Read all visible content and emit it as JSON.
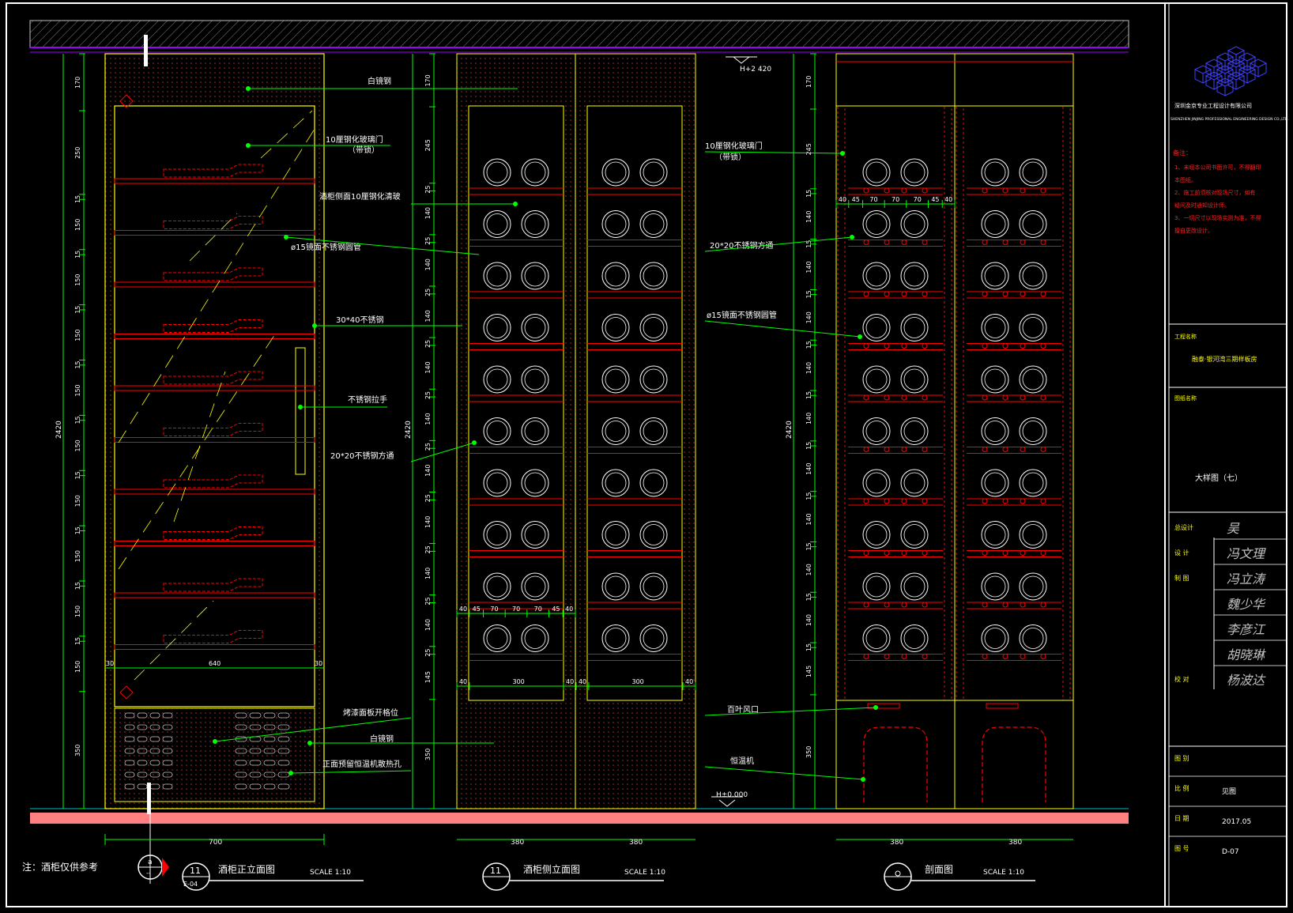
{
  "drawing": {
    "note": "注：酒柜仅供参考",
    "levels": {
      "top": "H+2 420",
      "bottom": "H±0.000"
    },
    "views": [
      {
        "id": "front",
        "number": "11",
        "sheet_ref": "E-04",
        "title": "酒柜正立面图",
        "scale": "SCALE 1:10"
      },
      {
        "id": "side",
        "number": "11",
        "sheet_ref": "",
        "title": "酒柜侧立面图",
        "scale": "SCALE 1:10"
      },
      {
        "id": "section",
        "number": "",
        "sheet_ref": "",
        "title": "剖面图",
        "scale": "SCALE 1:10"
      }
    ],
    "section_marker": {
      "top": "a",
      "bottom": "--"
    },
    "front_elevation": {
      "overall_height": "2420",
      "vertical_dims": [
        "170",
        "250",
        "15",
        "150",
        "15",
        "150",
        "15",
        "150",
        "15",
        "150",
        "15",
        "150",
        "15",
        "150",
        "15",
        "150",
        "15",
        "150",
        "15",
        "150",
        "350"
      ],
      "horizontal_dims": {
        "inner": [
          "30",
          "640",
          "30"
        ],
        "overall": "700"
      }
    },
    "side_elevation": {
      "overall_height": "2420",
      "vertical_dims": [
        "170",
        "245",
        "25",
        "140",
        "25",
        "140",
        "25",
        "140",
        "25",
        "140",
        "25",
        "140",
        "25",
        "140",
        "25",
        "140",
        "25",
        "140",
        "25",
        "140",
        "25",
        "145",
        "350"
      ],
      "rack_dims": [
        "40",
        "45",
        "70",
        "70",
        "70",
        "45",
        "40"
      ],
      "bottom_dims": [
        "40",
        "300",
        "40",
        "40",
        "300",
        "40"
      ],
      "overall_dims": [
        "380",
        "380"
      ]
    },
    "section_view": {
      "overall_height": "2420",
      "vertical_dims": [
        "170",
        "245",
        "15",
        "140",
        "15",
        "140",
        "15",
        "140",
        "15",
        "140",
        "15",
        "140",
        "15",
        "140",
        "15",
        "140",
        "15",
        "140",
        "15",
        "140",
        "15",
        "145",
        "350"
      ],
      "rack_dims": [
        "40",
        "45",
        "70",
        "70",
        "70",
        "45",
        "40"
      ],
      "overall_dims": [
        "380",
        "380"
      ]
    },
    "callouts_center": [
      "白镜钢",
      "10厘钢化玻璃门",
      "（带锁）",
      "酒柜侧面10厘钢化清玻",
      "ø15镜面不锈钢圆管",
      "30*40不锈钢",
      "不锈钢拉手",
      "20*20不锈钢方通",
      "烤漆面板开格位",
      "白镜钢",
      "正面预留恒温机散热孔"
    ],
    "callouts_right": [
      "10厘钢化玻璃门",
      "（带锁）",
      "20*20不锈钢方通",
      "ø15镜面不锈钢圆管",
      "百叶风口",
      "恒温机"
    ]
  },
  "title_block": {
    "company_cn": "深圳金京专业工程设计有限公司",
    "company_en": "SHENZHEN JINJING PROFESSIONAL ENGINEERING DESIGN CO.,LTD.",
    "notes_title": "备注：",
    "notes": [
      "1、未经本公司书面许可，不得翻印",
      "本图纸。",
      "2、施工前须核对现场尺寸，如有",
      "疑问及时通知设计师。",
      "3、一切尺寸以现场实测为准，不得",
      "擅自更改设计。"
    ],
    "project_label": "工程名称",
    "project_name": "融泰·银河湾三期样板房",
    "drawing_label": "图纸名称",
    "drawing_name": "大样图（七）",
    "signatures": [
      {
        "role": "总设计",
        "name": "吴"
      },
      {
        "role": "设 计",
        "name": "冯文理"
      },
      {
        "role": "制 图",
        "name": "冯立涛"
      },
      {
        "role": "",
        "name": "魏少华"
      },
      {
        "role": "",
        "name": "李彦江"
      },
      {
        "role": "",
        "name": "胡晓琳"
      },
      {
        "role": "校 对",
        "name": "杨波达"
      }
    ],
    "fields": [
      {
        "label": "图 别",
        "value": ""
      },
      {
        "label": "比 例",
        "value": "见图"
      },
      {
        "label": "日 期",
        "value": "2017.05"
      },
      {
        "label": "图 号",
        "value": "D-07"
      }
    ]
  },
  "colors": {
    "background": "#000000",
    "frame": "#ffffff",
    "cabinet": "#ffff00",
    "shelf": "#ff0000",
    "dimension": "#00ff00",
    "leader": "#00ff00",
    "slab": "#ff8080",
    "text": "#ffffff",
    "hatch": "#808080",
    "purple": "#a000ff",
    "logo": "#4040ff",
    "notes": "#ff2020"
  }
}
